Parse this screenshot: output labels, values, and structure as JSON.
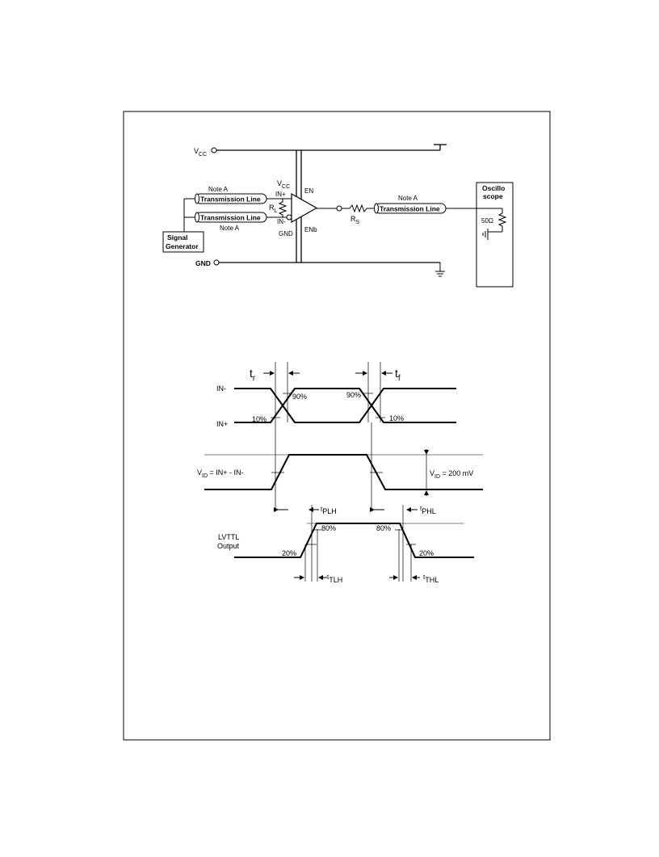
{
  "circuit": {
    "vcc_label": "V",
    "vcc_sub": "CC",
    "gnd_label": "GND",
    "note_top": "Note A",
    "note_bottom": "Note A",
    "note_right": "Note A",
    "tline1": "Transmission Line",
    "tline2": "Transmission Line",
    "tline3": "Transmission Line",
    "rl_label": "R",
    "rl_sub": "L",
    "rs_label": "R",
    "rs_sub": "S",
    "in_plus": "IN+",
    "in_minus": "IN-",
    "chip_vcc": "V",
    "chip_vcc_sub": "CC",
    "chip_gnd": "GND",
    "en": "EN",
    "enb": "ENb",
    "sig_gen_line1": "Signal",
    "sig_gen_line2": "Generator",
    "scope_line1": "Oscillo",
    "scope_line2": "scope",
    "scope_res": "50Ω"
  },
  "timing": {
    "tr": "t",
    "tr_sub": "r",
    "tf": "t",
    "tf_sub": "f",
    "in_minus": "IN-",
    "in_plus": "IN+",
    "p90_left": "90%",
    "p90_right": "90%",
    "p10_left": "10%",
    "p10_right": "10%",
    "vid_label_v": "V",
    "vid_label_sub": "ID",
    "vid_label_rest": " = IN+ - IN-",
    "vid_val_v": "V",
    "vid_val_sub": "ID",
    "vid_val_rest": " = 200 mV",
    "tplh_t": "t",
    "tplh_sub": "PLH",
    "tphl_t": "t",
    "tphl_sub": "PHL",
    "lvttl_line1": "LVTTL",
    "lvttl_line2": "Output",
    "p80_left": "80%",
    "p80_right": "80%",
    "p20_left": "20%",
    "p20_right": "20%",
    "ttlh_t": "t",
    "ttlh_sub": "TLH",
    "tthl_t": "t",
    "tthl_sub": "THL"
  }
}
